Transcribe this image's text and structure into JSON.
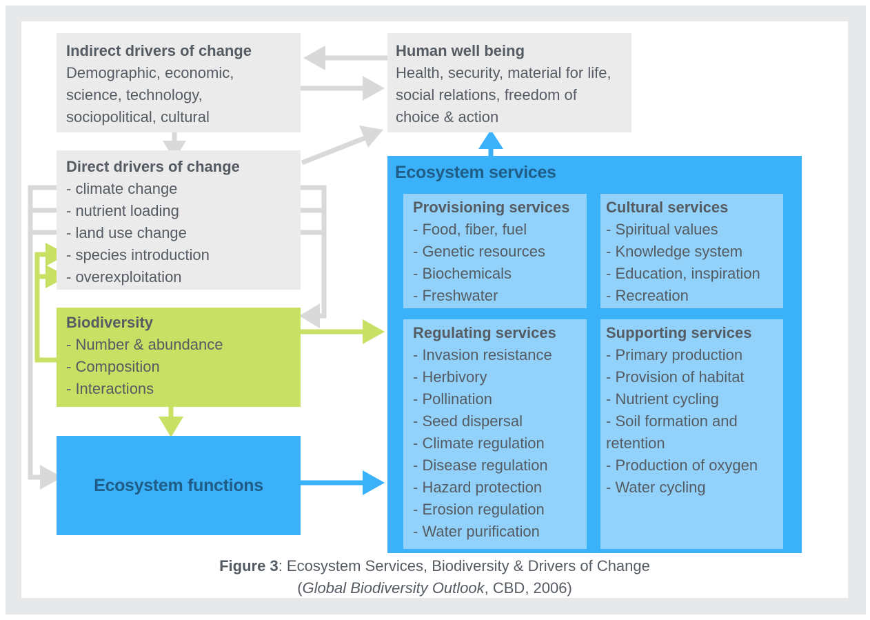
{
  "indirect_drivers": {
    "title": "Indirect drivers of change",
    "lines": [
      "Demographic, economic,",
      "science, technology,",
      "sociopolitical, cultural"
    ]
  },
  "human_well_being": {
    "title": "Human well being",
    "lines": [
      "Health, security, material for life,",
      "social relations, freedom of",
      "choice & action"
    ]
  },
  "direct_drivers": {
    "title": "Direct drivers of change",
    "lines": [
      "- climate change",
      "- nutrient loading",
      "- land use change",
      "- species introduction",
      "- overexploitation"
    ]
  },
  "biodiversity": {
    "title": "Biodiversity",
    "lines": [
      "- Number & abundance",
      "- Composition",
      "- Interactions"
    ]
  },
  "ecosystem_functions": {
    "title": "Ecosystem functions"
  },
  "ecosystem_services": {
    "title": "Ecosystem services",
    "provisioning": {
      "title": "Provisioning services",
      "lines": [
        "- Food, fiber, fuel",
        "- Genetic resources",
        "- Biochemicals",
        "- Freshwater"
      ]
    },
    "cultural": {
      "title": "Cultural services",
      "lines": [
        "- Spiritual values",
        "- Knowledge system",
        "- Education, inspiration",
        "- Recreation"
      ]
    },
    "regulating": {
      "title": "Regulating services",
      "lines": [
        "- Invasion resistance",
        "- Herbivory",
        "- Pollination",
        "- Seed dispersal",
        "- Climate regulation",
        "- Disease regulation",
        "- Hazard protection",
        "- Erosion regulation",
        "- Water purification"
      ]
    },
    "supporting": {
      "title": "Supporting services",
      "lines": [
        "- Primary production",
        "- Provision of habitat",
        "- Nutrient cycling",
        "- Soil formation and",
        "retention",
        "- Production of oxygen",
        "- Water cycling"
      ]
    }
  },
  "caption": {
    "label": "Figure 3",
    "text": ": Ecosystem Services, Biodiversity & Drivers of Change",
    "open_paren": "(",
    "source_italic": "Global Biodiversity Outlook",
    "source_rest": ", CBD, 2006)"
  },
  "colors": {
    "grey_box": "#ebebeb",
    "green_box": "#c8e063",
    "blue_box": "#3ab1f9",
    "light_blue_box": "#92d2fa",
    "title_blue": "#1f5d86",
    "text": "#555b62",
    "arrow_grey": "#d9d9d9",
    "arrow_green": "#c8e063",
    "arrow_blue": "#3ab1f9"
  }
}
